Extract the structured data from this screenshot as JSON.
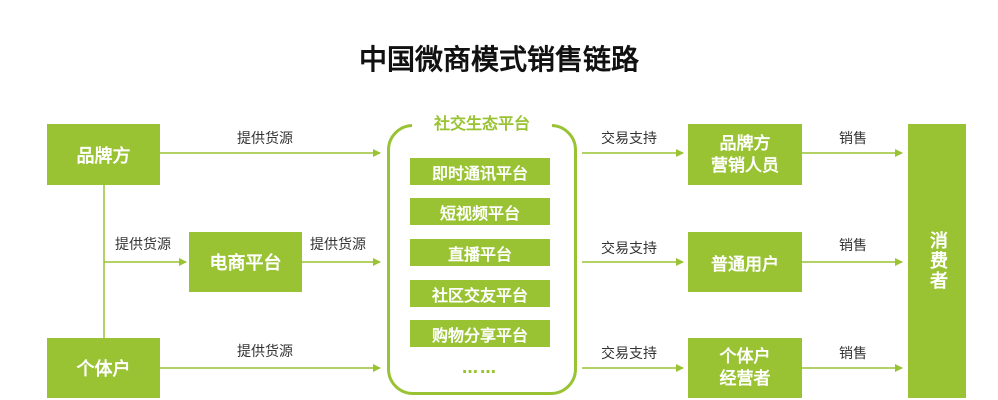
{
  "title": "中国微商模式销售链路",
  "colors": {
    "green": "#99c333",
    "line": "#99c333",
    "text": "#333333"
  },
  "sources": {
    "brand": "品牌方",
    "ecommerce": "电商平台",
    "individual": "个体户"
  },
  "edge_labels": {
    "supply_top": "提供货源",
    "supply_left": "提供货源",
    "supply_mid": "提供货源",
    "supply_bottom": "提供货源",
    "trade_top": "交易支持",
    "trade_mid": "交易支持",
    "trade_bottom": "交易支持",
    "sales_top": "销售",
    "sales_mid": "销售",
    "sales_bottom": "销售"
  },
  "social_platform": {
    "title": "社交生态平台",
    "items": [
      "即时通讯平台",
      "短视频平台",
      "直播平台",
      "社区交友平台",
      "购物分享平台"
    ],
    "more": "……"
  },
  "sellers": {
    "brand_marketers": "品牌方\n营销人员",
    "ordinary_users": "普通用户",
    "individual_operators": "个体户\n经营者"
  },
  "consumer": "消费者"
}
